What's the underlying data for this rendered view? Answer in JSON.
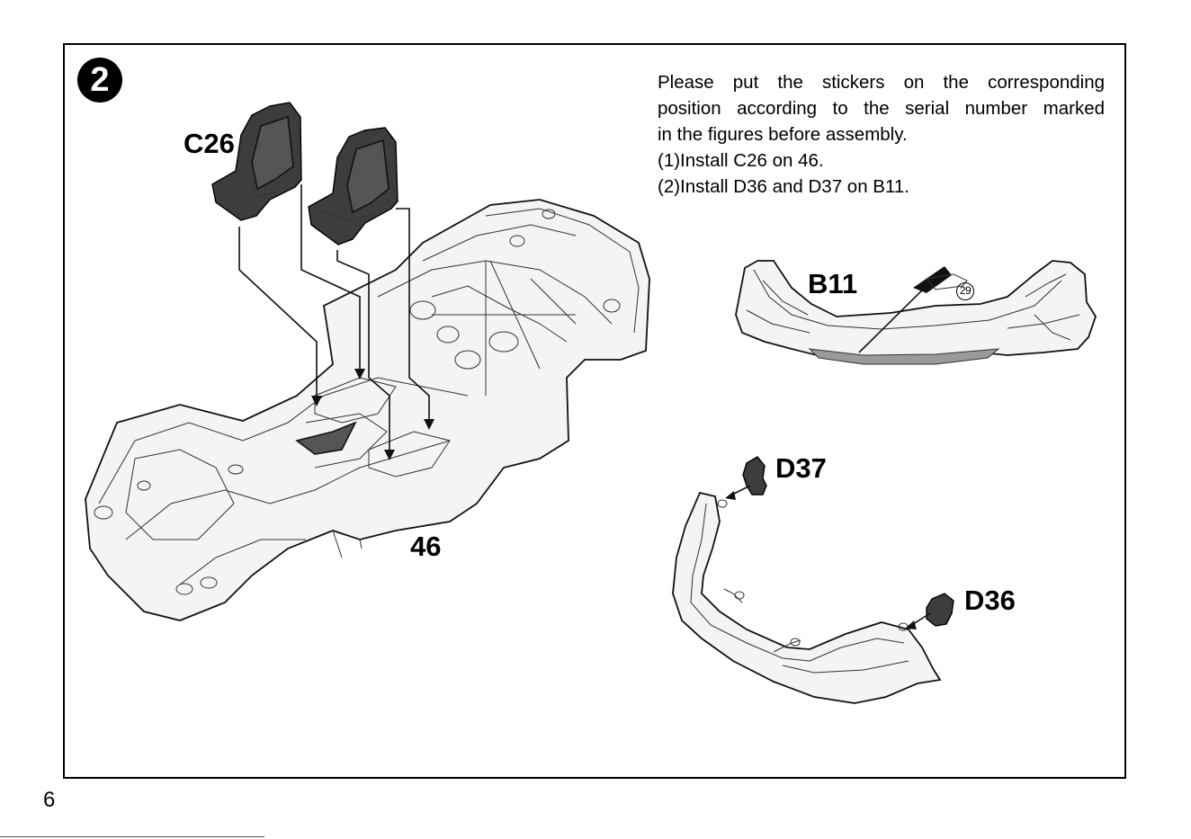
{
  "step": {
    "number": "2"
  },
  "instructions": {
    "line1": "Please put the stickers on the corresponding",
    "line2": "position according to the serial number marked",
    "line3": "in the figures before assembly.",
    "line4": "(1)Install C26 on 46.",
    "line5": "(2)Install D36 and D37 on B11."
  },
  "parts": {
    "seat": "C26",
    "chassis": "46",
    "bumper": "B11",
    "sticker": "29",
    "part_left": "D37",
    "part_right": "D36"
  },
  "page": {
    "number": "6"
  }
}
